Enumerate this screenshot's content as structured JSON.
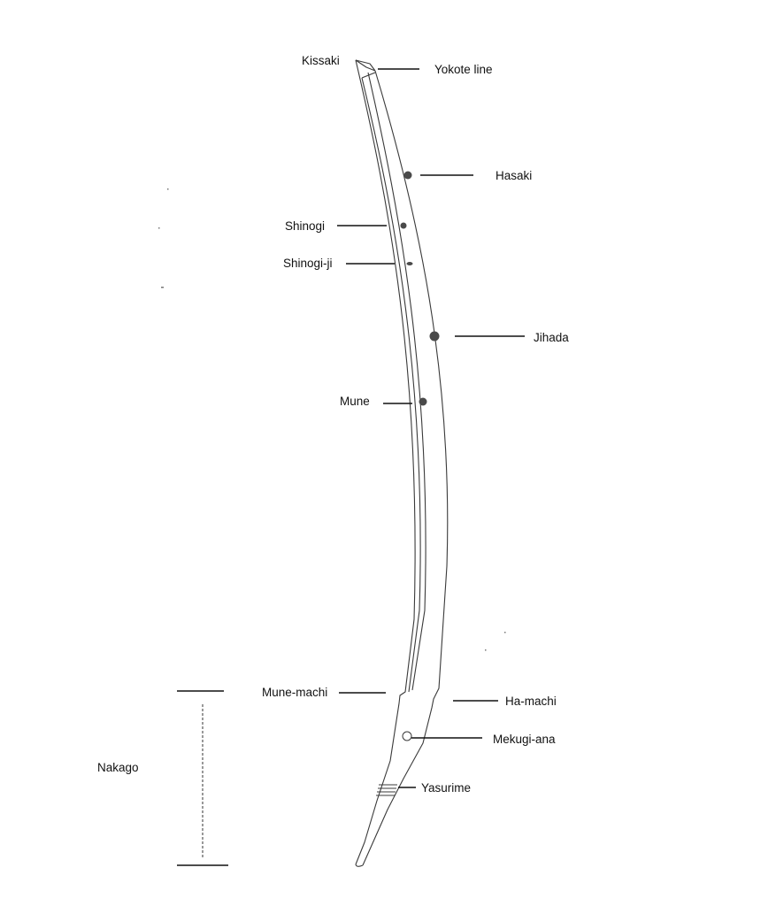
{
  "diagram": {
    "labels": {
      "kissaki": "Kissaki",
      "yokote_line": "Yokote line",
      "hasaki": "Hasaki",
      "shinogi": "Shinogi",
      "shinogi_ji": "Shinogi-ji",
      "jihada": "Jihada",
      "mune": "Mune",
      "mune_machi": "Mune-machi",
      "ha_machi": "Ha-machi",
      "mekugi_ana": "Mekugi-ana",
      "yasurime": "Yasurime",
      "nakago": "Nakago"
    }
  }
}
